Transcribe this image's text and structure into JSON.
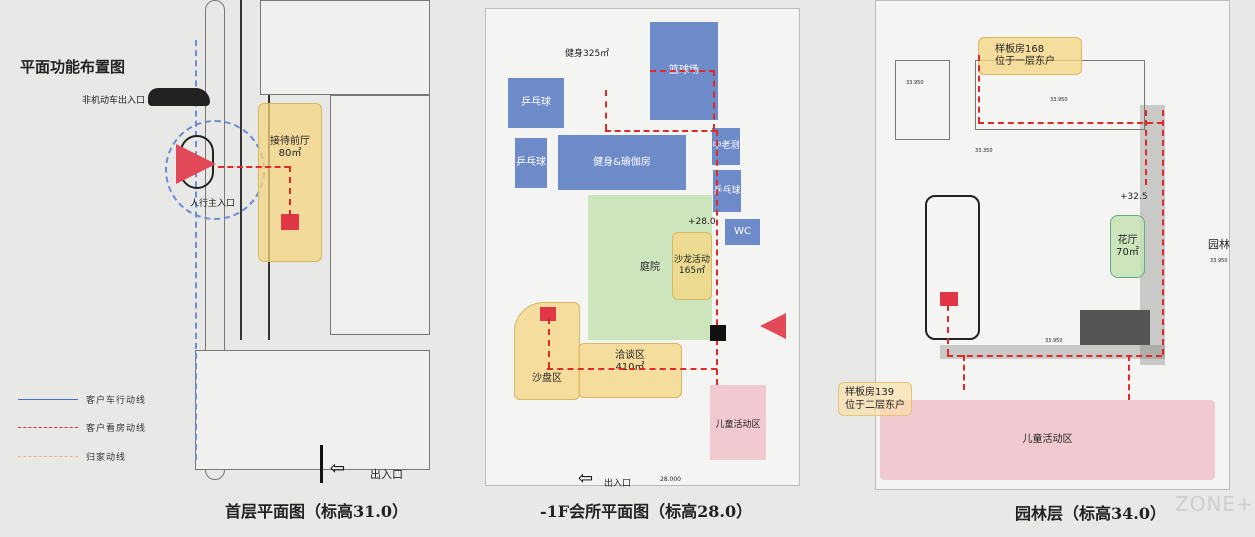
{
  "heading": "平面功能布置图",
  "legend": [
    {
      "label": "客户车行动线",
      "color": "#4a72c4",
      "style": "solid"
    },
    {
      "label": "客户看房动线",
      "color": "#e02a2a",
      "style": "dashed"
    },
    {
      "label": "归家动线",
      "color": "#f2b07a",
      "style": "dashed"
    }
  ],
  "plan1": {
    "title": "首层平面图（标高31.0）",
    "non_motor_entrance": "非机动车出入口",
    "pedestrian_entrance": "人行主入口",
    "reception": "接待前厅",
    "reception_area": "80㎡",
    "exit": "出入口"
  },
  "plan2": {
    "title": "-1F会所平面图（标高28.0）",
    "zones": {
      "gym_area": "健身325㎡",
      "basketball": "篮球场",
      "pingpong_1": "乒乓球",
      "pingpong_2": "乒乓球",
      "pingpong_3": "乒乓球",
      "fitness_yoga": "健身&瑜伽房",
      "senior": "中老测",
      "wc": "WC",
      "courtyard": "庭院",
      "salon": "沙龙活动",
      "salon_area": "165㎡",
      "negotiation": "洽谈区",
      "negotiation_area": "410㎡",
      "sandtable": "沙盘区",
      "kids": "儿童活动区"
    },
    "elevation": "+28.0",
    "exit": "出入口",
    "level_mark": "28.000"
  },
  "plan3": {
    "title": "园林层（标高34.0）",
    "showroom_168": "样板房168",
    "showroom_168_loc": "位于一层东户",
    "showroom_139": "样板房139",
    "showroom_139_loc": "位于二层东户",
    "flower_hall": "花厅",
    "flower_hall_area": "70㎡",
    "garden": "园林",
    "kids": "儿童活动区",
    "elevation": "+32.5",
    "level_marks": [
      "33.950",
      "33.950",
      "33.950",
      "33.350",
      "33.950"
    ]
  },
  "watermark": "ZONE+"
}
